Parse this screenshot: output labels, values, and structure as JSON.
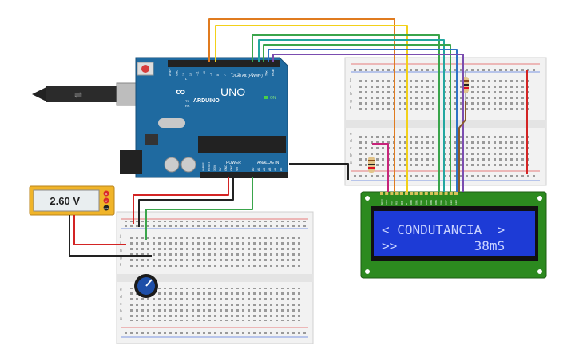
{
  "multimeter": {
    "reading": "2.60 V",
    "jacks": [
      "A",
      "V",
      "COM"
    ]
  },
  "lcd": {
    "line1": "< CONDUTANCIA  >",
    "line2": ">>          38mS",
    "pin_labels": [
      "GND",
      "VCC",
      "V0",
      "RS",
      "RW",
      "E",
      "DB0",
      "DB1",
      "DB2",
      "DB3",
      "DB4",
      "DB5",
      "DB6",
      "DB7",
      "LED",
      "LED"
    ]
  },
  "arduino": {
    "brand": "ARDUINO",
    "model": "UNO",
    "digital_header": "DIGITAL (PWM~)",
    "digital_pins": [
      "AREF",
      "GND",
      "13",
      "12",
      "~11",
      "~10",
      "~9",
      "8",
      "7",
      "~6",
      "~5",
      "4",
      "~3",
      "2",
      "TX▸1",
      "RX◂0"
    ],
    "power_header": "POWER",
    "analog_header": "ANALOG IN",
    "power_pins": [
      "IOREF",
      "RESET",
      "3.3V",
      "5V",
      "GND",
      "GND",
      "Vin"
    ],
    "analog_pins": [
      "A0",
      "A1",
      "A2",
      "A3",
      "A4",
      "A5"
    ],
    "on_label": "ON",
    "tx_label": "TX",
    "rx_label": "RX",
    "l_label": "L"
  },
  "breadboard": {
    "row_letters": [
      "a",
      "b",
      "c",
      "d",
      "e",
      "f",
      "g",
      "h",
      "i",
      "j"
    ]
  },
  "colors": {
    "wire_orange": "#e07b1f",
    "wire_yellow": "#f2d11a",
    "wire_green": "#3aa54b",
    "wire_teal": "#23a7a0",
    "wire_blue": "#2e72c6",
    "wire_purple": "#7b4db0",
    "wire_red": "#d32424",
    "wire_black": "#222222",
    "wire_brown": "#8a5a2b",
    "wire_magenta": "#c7247a",
    "board_blue": "#1f6aa0",
    "lcd_pcb": "#2c8a1f",
    "lcd_screen": "#1d3bd6",
    "lcd_text": "#c9d3ff",
    "meter_body": "#f0b429"
  }
}
